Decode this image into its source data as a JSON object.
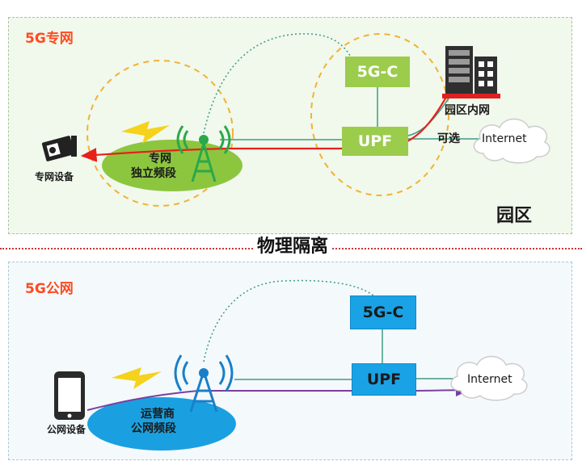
{
  "private_network": {
    "title": "5G专网",
    "core_control": "5G-C",
    "upf": "UPF",
    "band_line1": "专网",
    "band_line2": "独立频段",
    "device_label": "专网设备",
    "campus_intranet": "园区内网",
    "optional_label": "可选",
    "internet": "Internet",
    "zone_label": "园区"
  },
  "separation_label": "物理隔离",
  "public_network": {
    "title": "5G公网",
    "core_control": "5G-C",
    "upf": "UPF",
    "band_line1": "运营商",
    "band_line2": "公网频段",
    "device_label": "公网设备",
    "internet": "Internet"
  },
  "colors": {
    "private_title": "#ff4a1f",
    "private_panel_bg": "#f1f8ec",
    "public_panel_bg": "#f4f9fc",
    "green_box": "#9bcc4c",
    "green_ellipse": "#8cc63f",
    "blue_box": "#19a3e6",
    "blue_ellipse": "#1aa0e0",
    "private_traffic": "#e8201b",
    "public_traffic": "#7b3fa0",
    "orange_dashed": "#f2b233",
    "dotted_link": "#3e9a86",
    "lightning": "#f5d21b"
  }
}
